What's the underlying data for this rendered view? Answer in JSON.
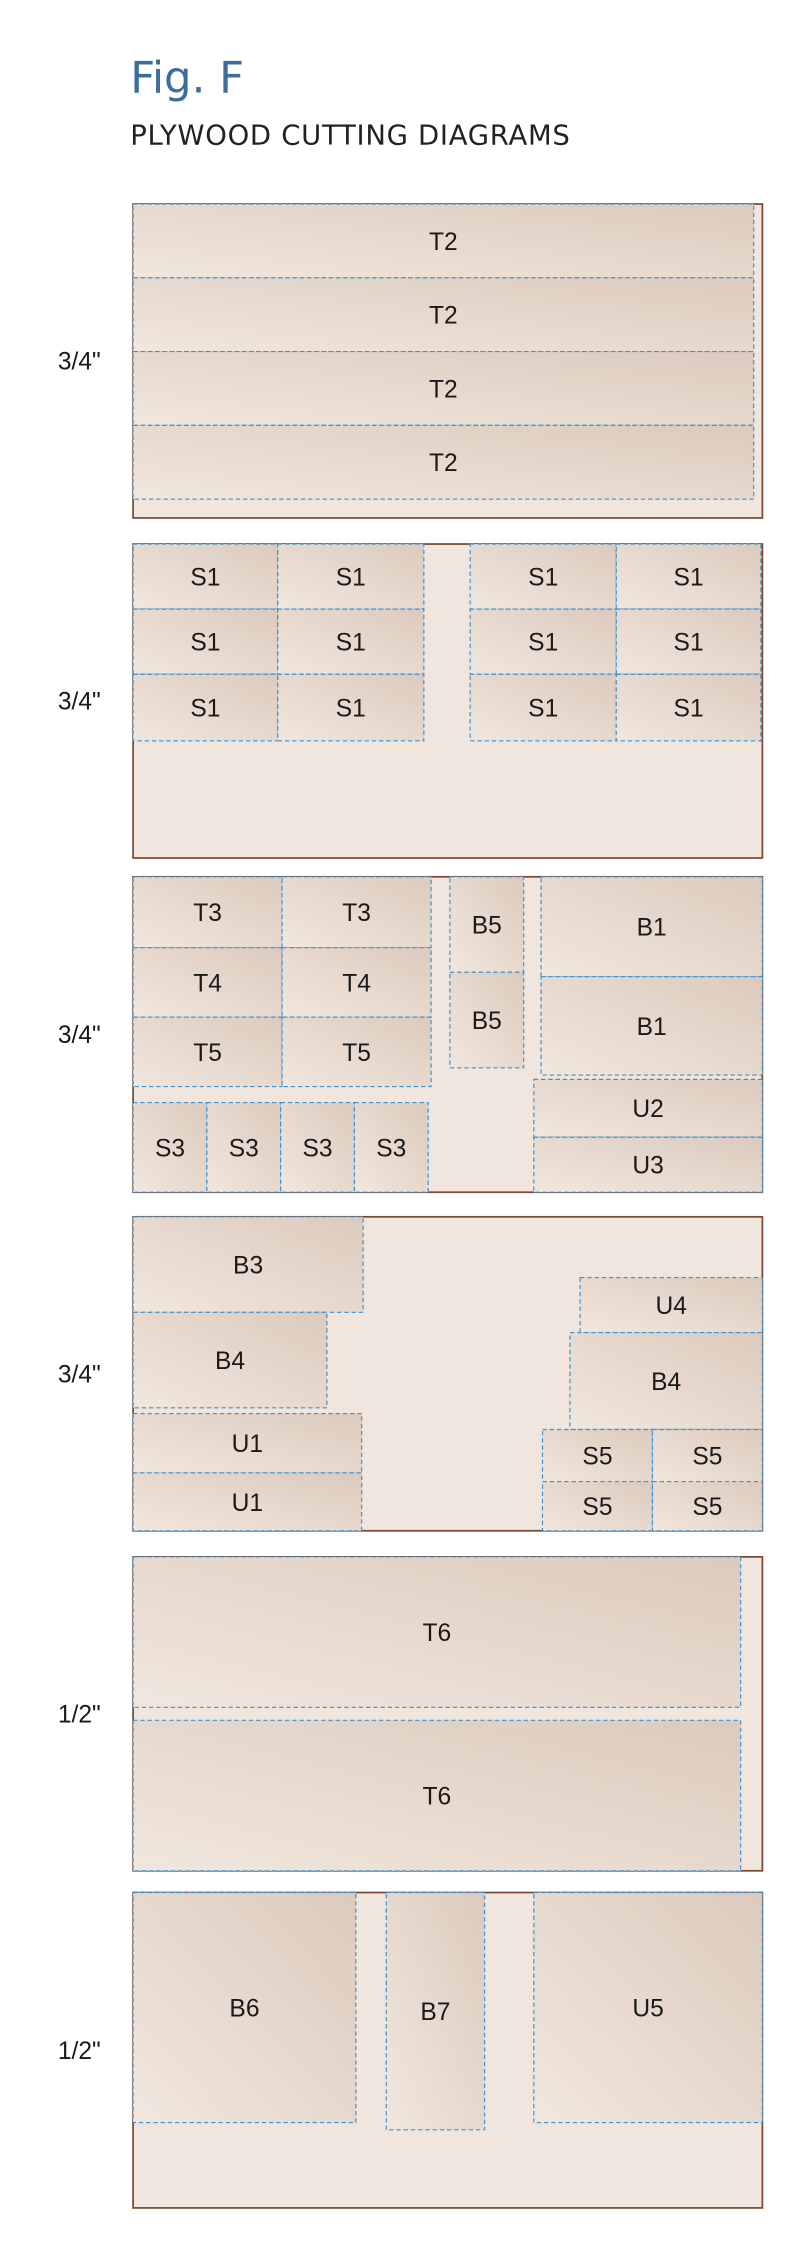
{
  "figure": {
    "label": "Fig. F",
    "title": "PLYWOOD CUTTING DIAGRAMS"
  },
  "colors": {
    "title": "#3d6d9c",
    "sheet_border": "#7a4a34",
    "cut_line": "#3a90d0",
    "sheet_fill": "#f0e6dd",
    "piece_fill": "#ddc9bc"
  },
  "sheets": [
    {
      "thickness": "3/4\"",
      "pieces": [
        "T2",
        "T2",
        "T2",
        "T2"
      ]
    },
    {
      "thickness": "3/4\"",
      "pieces": [
        "S1",
        "S1",
        "S1",
        "S1",
        "S1",
        "S1",
        "S1",
        "S1",
        "S1",
        "S1",
        "S1",
        "S1"
      ]
    },
    {
      "thickness": "3/4\"",
      "pieces": [
        "T3",
        "T3",
        "T4",
        "T4",
        "T5",
        "T5",
        "B5",
        "B5",
        "B1",
        "B1",
        "S3",
        "S3",
        "S3",
        "S3",
        "U2",
        "U3"
      ]
    },
    {
      "thickness": "3/4\"",
      "pieces": [
        "B3",
        "B4",
        "U1",
        "U1",
        "U4",
        "B4",
        "S5",
        "S5",
        "S5",
        "S5"
      ]
    },
    {
      "thickness": "1/2\"",
      "pieces": [
        "T6",
        "T6"
      ]
    },
    {
      "thickness": "1/2\"",
      "pieces": [
        "B6",
        "B7",
        "U5"
      ]
    }
  ]
}
